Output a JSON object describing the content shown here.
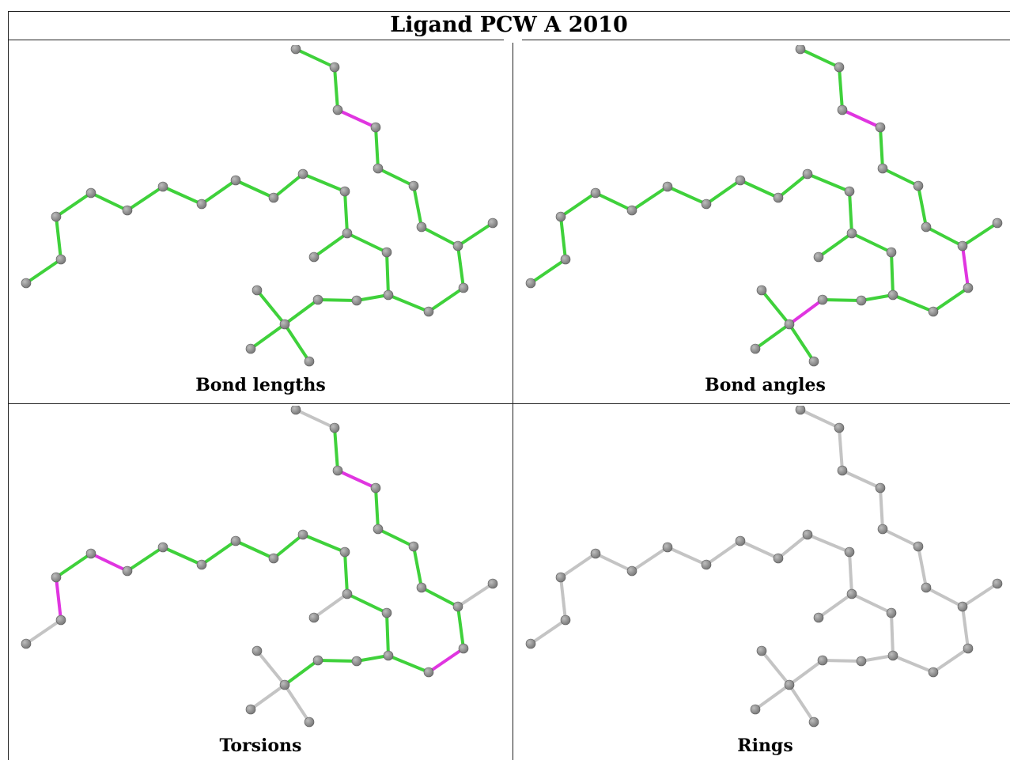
{
  "title": "Ligand PCW A 2010",
  "colors": {
    "ok": "#3fd13b",
    "outlier": "#e035e0",
    "neutral": "#c4c4c4",
    "atom": "#7a7a7a",
    "atom_highlight": "#bdbdbd"
  },
  "panels": [
    {
      "caption": "Bond lengths",
      "style": "colored",
      "outliers": [
        [
          17,
          21
        ],
        [
          22,
          23
        ]
      ]
    },
    {
      "caption": "Bond angles",
      "style": "colored",
      "outliers": [
        [
          16,
          17
        ],
        [
          17,
          21
        ],
        [
          15,
          22
        ],
        [
          22,
          23
        ],
        [
          27,
          28
        ],
        [
          27,
          30
        ]
      ]
    },
    {
      "caption": "Torsions",
      "style": "colored-partial",
      "outliers": [
        [
          1,
          2
        ],
        [
          3,
          4
        ],
        [
          15,
          16
        ],
        [
          17,
          21
        ],
        [
          22,
          23
        ]
      ]
    },
    {
      "caption": "Rings",
      "style": "neutral",
      "outliers": []
    }
  ]
}
